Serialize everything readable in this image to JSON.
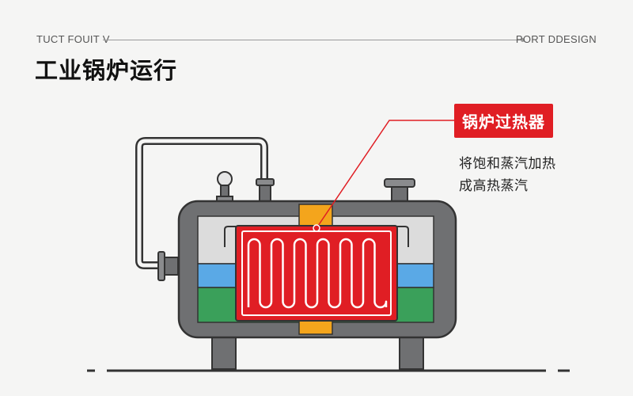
{
  "header": {
    "left_text": "TUCT FOUIT V",
    "right_text": "PORT DDESIGN"
  },
  "title": "工业锅炉运行",
  "callout": {
    "label": "锅炉过热器",
    "description_lines": [
      "将饱和蒸汽加热",
      "成高热蒸汽"
    ]
  },
  "colors": {
    "accent_red": "#e01e24",
    "steel_gray": "#6f7072",
    "steam_light_gray": "#dcdcdc",
    "water_blue": "#5aa9e6",
    "water_green": "#3aa05a",
    "core_orange": "#f4a51c"
  }
}
